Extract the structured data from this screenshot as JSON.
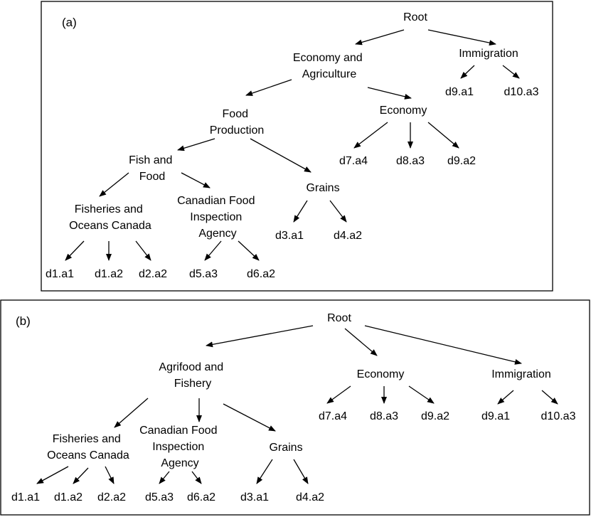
{
  "panels": [
    {
      "label": "(a)",
      "nodes": {
        "root": "Root",
        "econ_agri": [
          "Economy and",
          "Agriculture"
        ],
        "immigration": "Immigration",
        "d9a1": "d9.a1",
        "d10a3": "d10.a3",
        "food_prod": [
          "Food",
          "Production"
        ],
        "economy": "Economy",
        "d7a4": "d7.a4",
        "d8a3": "d8.a3",
        "d9a2": "d9.a2",
        "fish_food": [
          "Fish and",
          "Food"
        ],
        "grains": "Grains",
        "fisheries": [
          "Fisheries and",
          "Oceans Canada"
        ],
        "cfia": [
          "Canadian Food",
          "Inspection",
          "Agency"
        ],
        "d3a1": "d3.a1",
        "d4a2": "d4.a2",
        "d1a1": "d1.a1",
        "d1a2": "d1.a2",
        "d2a2": "d2.a2",
        "d5a3": "d5.a3",
        "d6a2": "d6.a2"
      }
    },
    {
      "label": "(b)",
      "nodes": {
        "root": "Root",
        "agrifood": [
          "Agrifood and",
          "Fishery"
        ],
        "economy": "Economy",
        "immigration": "Immigration",
        "d7a4": "d7.a4",
        "d8a3": "d8.a3",
        "d9a2": "d9.a2",
        "d9a1": "d9.a1",
        "d10a3": "d10.a3",
        "fisheries": [
          "Fisheries and",
          "Oceans Canada"
        ],
        "cfia": [
          "Canadian Food",
          "Inspection",
          "Agency"
        ],
        "grains": "Grains",
        "d1a1": "d1.a1",
        "d1a2": "d1.a2",
        "d2a2": "d2.a2",
        "d5a3": "d5.a3",
        "d6a2": "d6.a2",
        "d3a1": "d3.a1",
        "d4a2": "d4.a2"
      }
    }
  ]
}
